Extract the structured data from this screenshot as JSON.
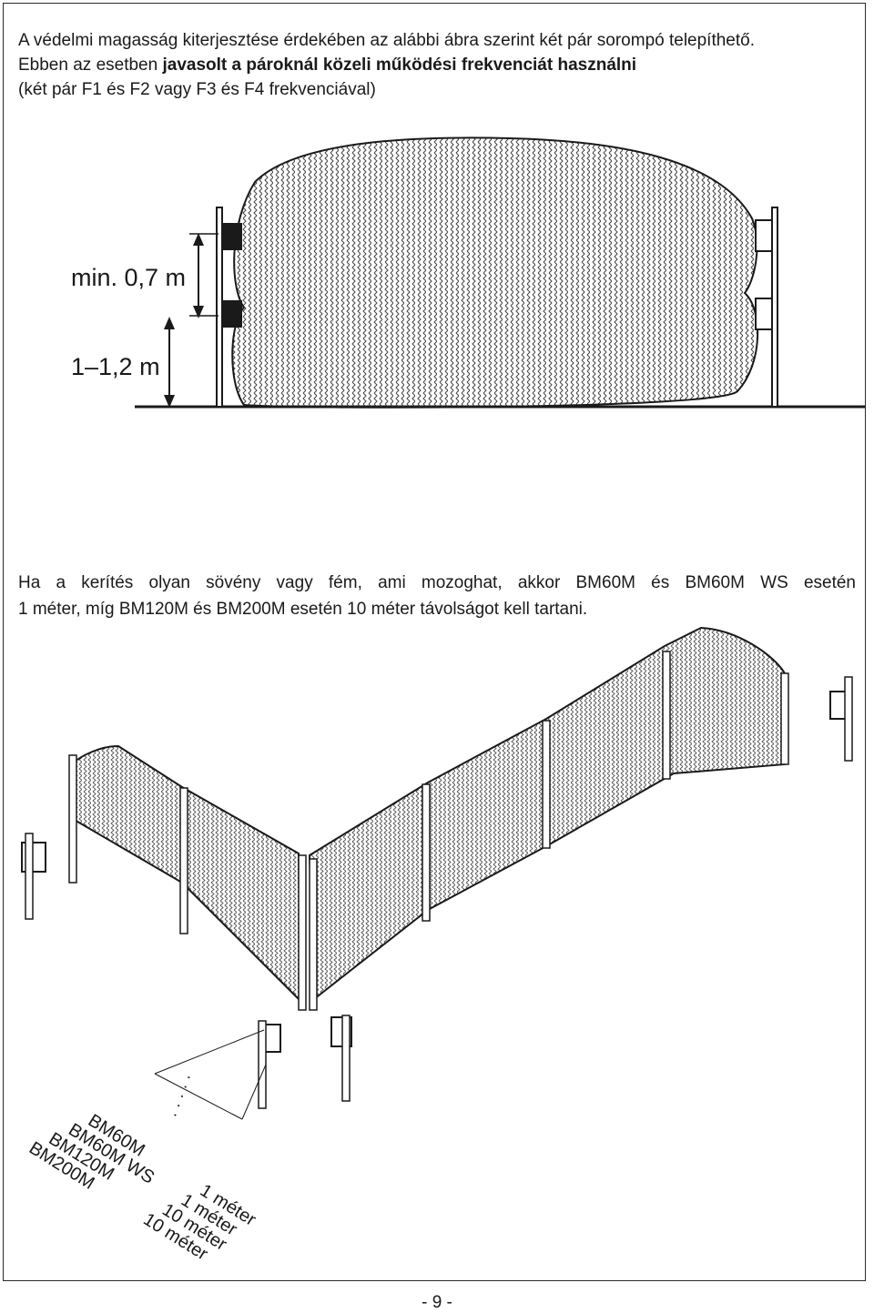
{
  "intro": {
    "line1": "A védelmi magasság kiterjesztése érdekében az alábbi ábra szerint két pár sorompó telepíthető.",
    "line2_plain": "Ebben az esetben ",
    "line2_bold": "javasolt a pároknál közeli működési frekvenciát használni",
    "line3": "(két pár F1 és F2 vagy F3 és F4 frekvenciával)"
  },
  "figure1": {
    "dim_upper": "min. 0,7 m",
    "dim_lower": "1–1,2 m"
  },
  "note": {
    "line1": "Ha a kerítés olyan sövény vagy fém, ami mozoghat, akkor BM60M és BM60M WS esetén",
    "line2": "1 méter, míg BM120M és BM200M esetén 10 méter távolságot kell tartani."
  },
  "figure2": {
    "models": [
      "BM60M",
      "BM60M WS",
      "BM120M",
      "BM200M"
    ],
    "distances": [
      "1 méter",
      "1 méter",
      "10 méter",
      "10 méter"
    ]
  },
  "footer": {
    "page_number": "- 9 -"
  }
}
